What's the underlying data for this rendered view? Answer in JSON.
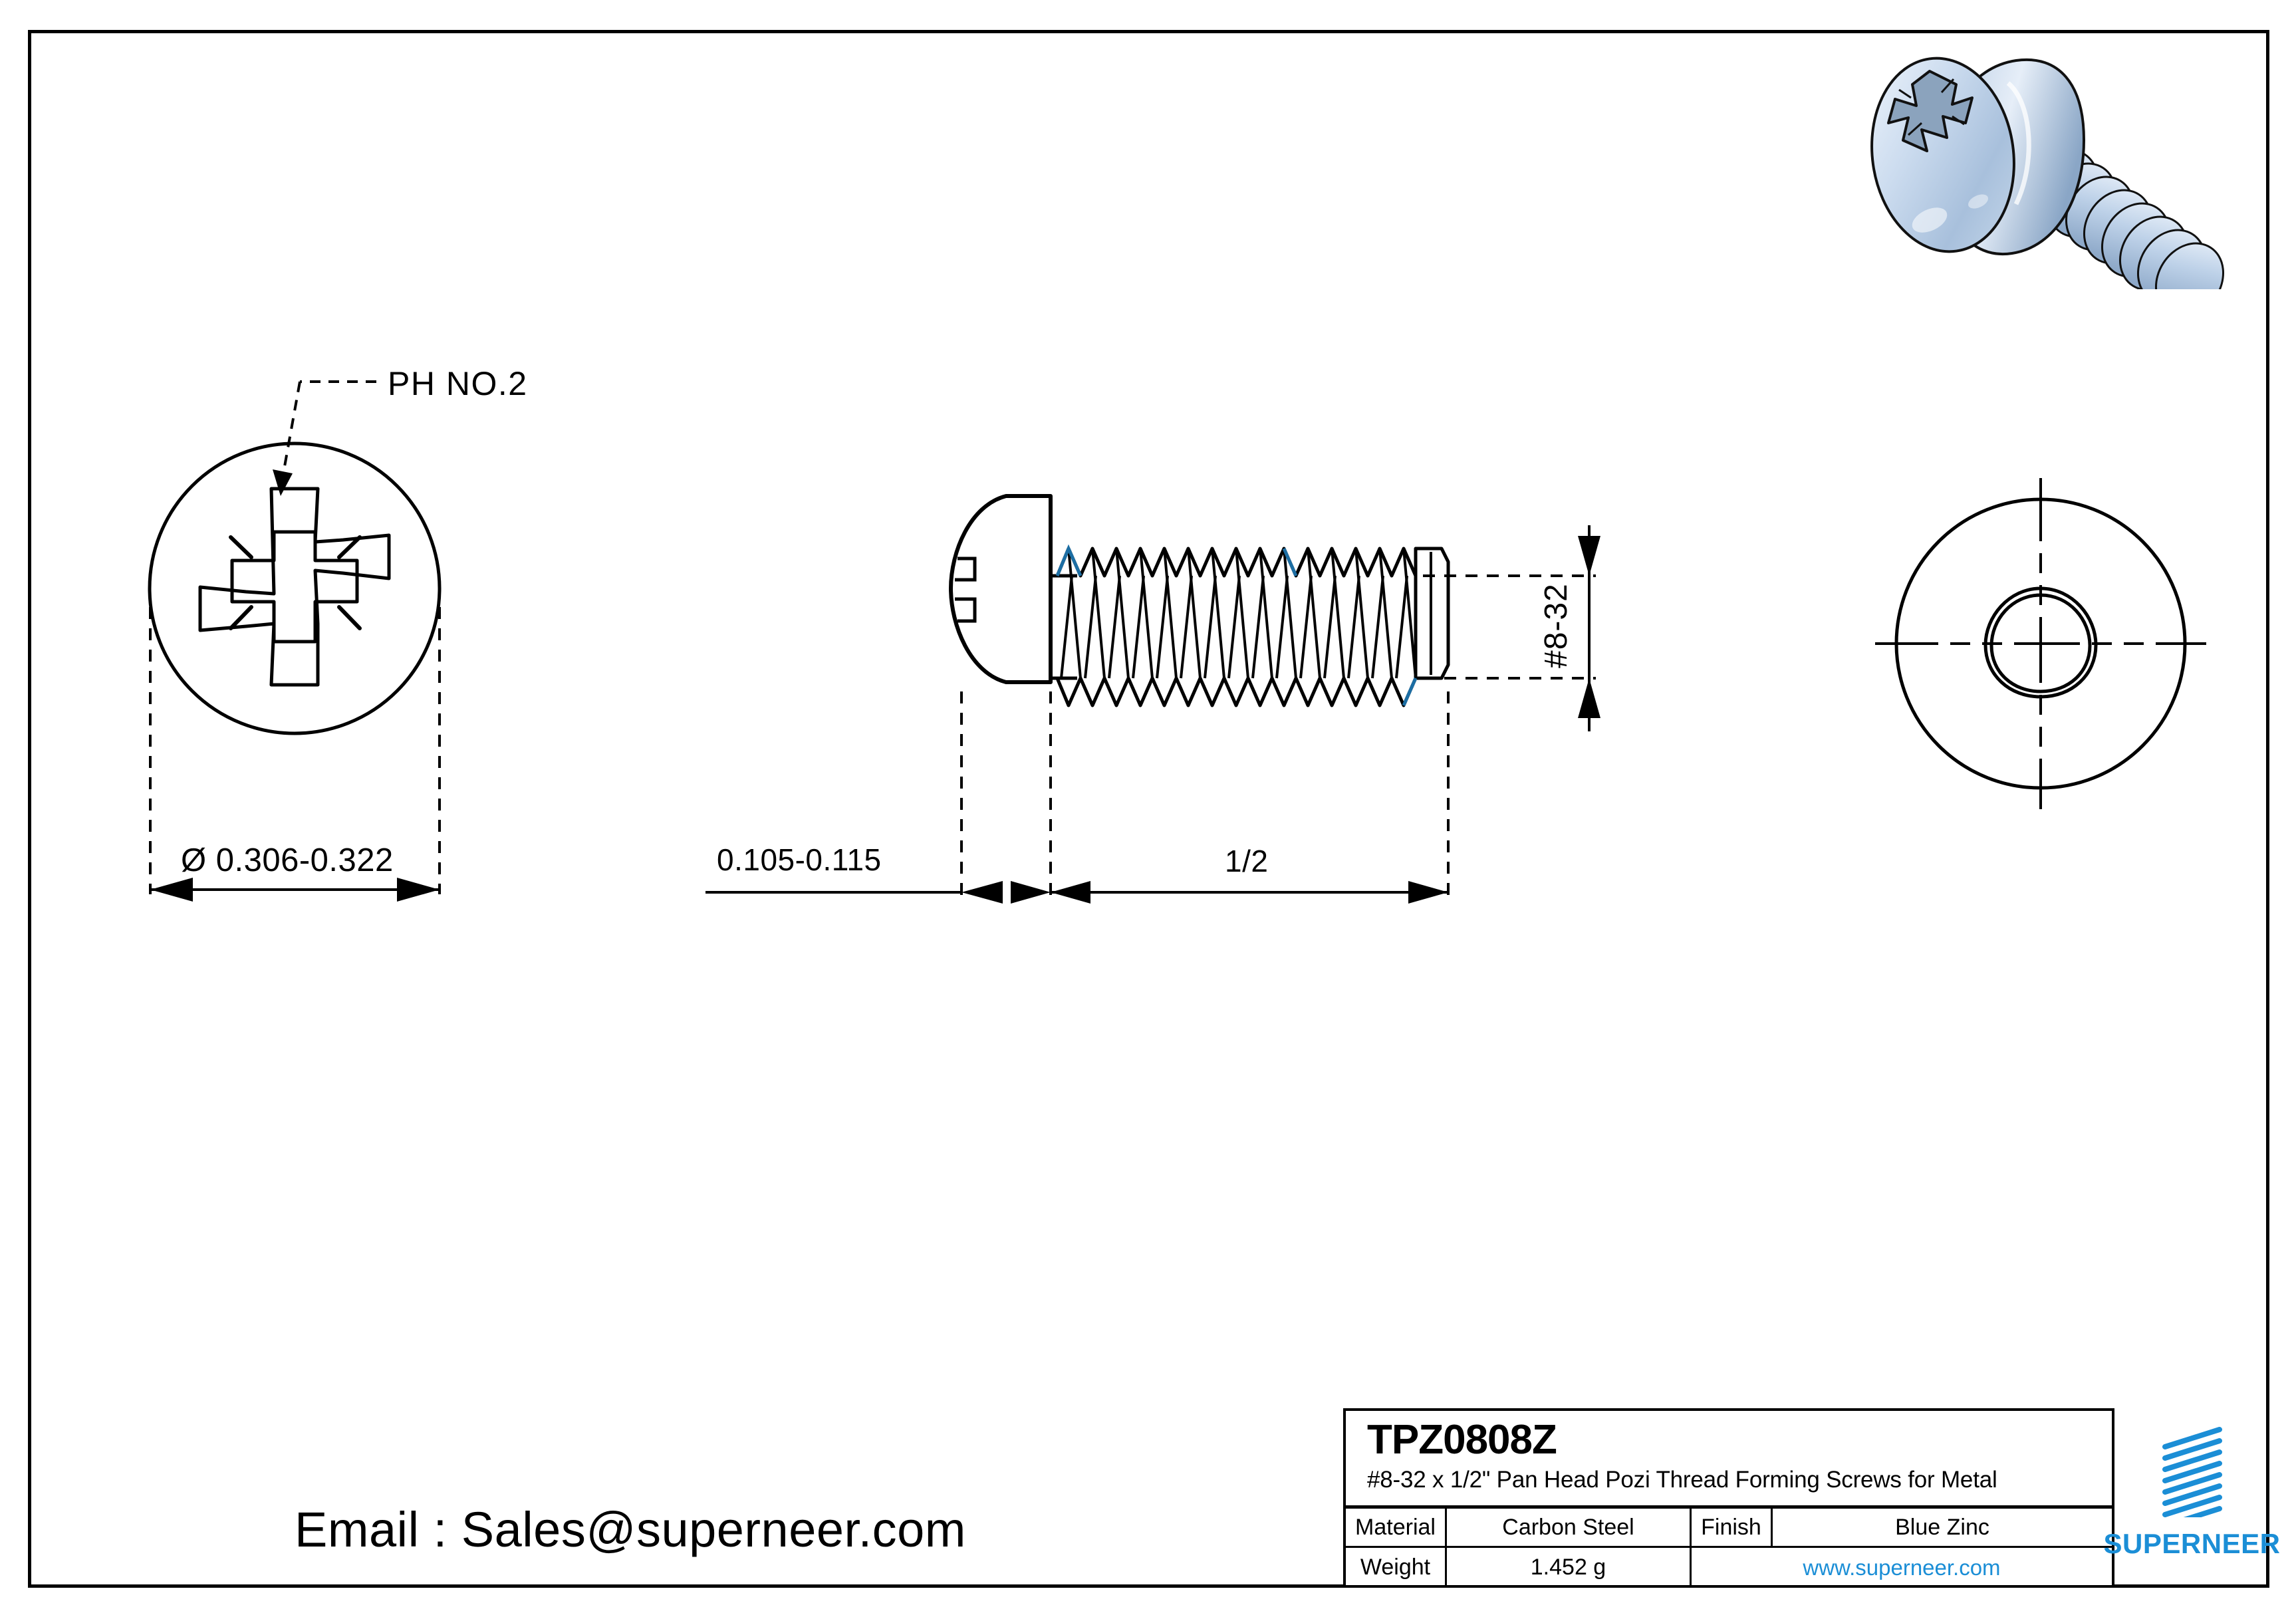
{
  "drawing": {
    "views": {
      "head_end_view": {
        "recess_label": "PH NO.2",
        "diameter_dim": "Ø  0.306-0.322"
      },
      "side_view": {
        "head_thickness_dim": "0.105-0.115",
        "length_dim": "1/2",
        "thread_size_dim": "#8-32"
      },
      "point_end_view": {
        "shape": "trilobular"
      }
    },
    "render_caption": "pan-head-pozi-screw-3d"
  },
  "contact": {
    "email_line": "Email : Sales@superneer.com"
  },
  "title_block": {
    "part_number": "TPZ0808Z",
    "description": "#8-32 x 1/2\" Pan Head Pozi Thread Forming Screws for Metal",
    "rows": [
      {
        "label": "Material",
        "value": "Carbon Steel",
        "label2": "Finish",
        "value2": "Blue Zinc"
      },
      {
        "label": "Weight",
        "value": "1.452 g",
        "url": "www.superneer.com"
      }
    ]
  },
  "brand": {
    "name": "SUPERNEER",
    "accent_color": "#1b8ed6",
    "logo_stripe_count": 8
  },
  "colors": {
    "line": "#000000",
    "accent": "#1b8ed6",
    "screw_body_light": "#d8e3f0",
    "screw_body_mid": "#a9c1dd",
    "screw_body_dark": "#7d9cc0",
    "paper": "#ffffff"
  }
}
